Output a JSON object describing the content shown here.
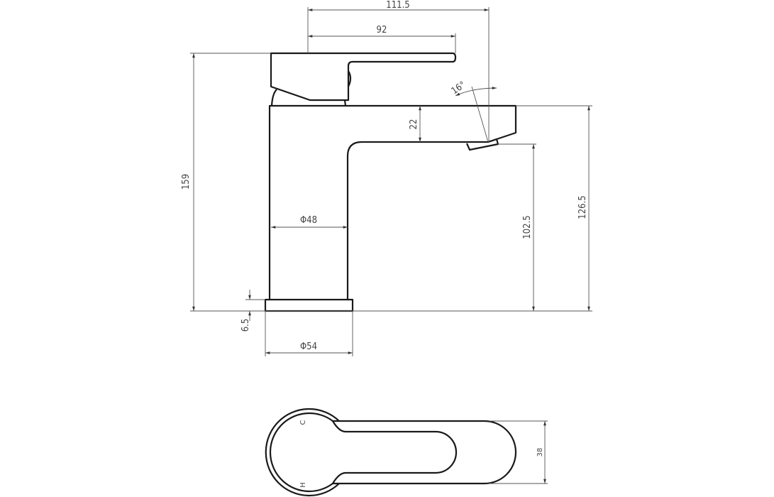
{
  "drawing": {
    "dimensions": {
      "overall_reach": "111.5",
      "lever_length": "92",
      "total_height": "159",
      "spout_angle": "16°",
      "spout_thickness": "22",
      "body_diameter": "Φ48",
      "spout_outlet_height": "102.5",
      "spout_top_height": "126.5",
      "base_height": "6.5",
      "base_diameter": "Φ54",
      "plan_width": "38"
    },
    "plan_markings": {
      "cold": "C",
      "hot": "H"
    },
    "line_color": "#1a1a1a",
    "dimension_color": "#555555"
  }
}
